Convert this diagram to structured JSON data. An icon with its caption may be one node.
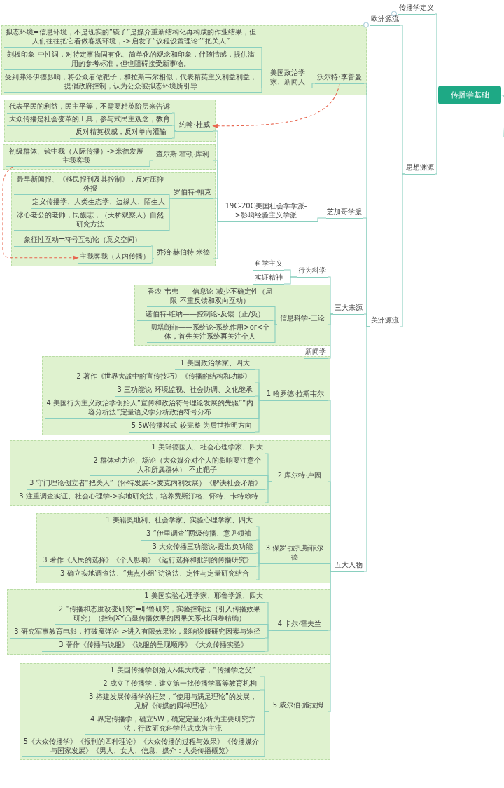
{
  "diagram": {
    "nodes": [
      {
        "text": [
          "传播学基础"
        ]
      },
      {
        "text": [
          "传播学定义"
        ]
      },
      {
        "text": [
          "思想渊源"
        ]
      },
      {
        "text": [
          "欧洲源流"
        ]
      },
      {
        "text": [
          "美洲源流"
        ]
      },
      {
        "text": [],
        "shape": "box"
      },
      {
        "text": [
          "沃尔特·李普曼"
        ],
        "in": 5
      },
      {
        "text": [
          "美国政治学家、新闻人"
        ],
        "in": 5
      },
      {
        "text": [
          "拟态环境=信息环境，不是现实的“镜子”是媒介重新结构化再构成的作业结果，但人们往往把它看做客观环境，->启发了“议程设置理论”“把关人”"
        ],
        "in": 5
      },
      {
        "text": [
          "刻板印象-中性词，对特定事物固有化、简单化的观念和印象，伴随情感，提供滥用的参考标准，但也阻碍接受新事物。"
        ],
        "in": 5
      },
      {
        "text": [
          "受到弗洛伊德影响，将公众看做靶子，和拉斯韦尔相似，代表精英主义利益利益，提倡政府控制，认为公众被拟态环境所引导"
        ],
        "in": 5
      },
      {
        "text": [
          "芝加哥学派"
        ]
      },
      {
        "text": [
          "19C-20C美国社会学学派->影响经验主义学派"
        ]
      },
      {
        "text": [],
        "shape": "box"
      },
      {
        "text": [
          "约翰·杜威"
        ],
        "in": 13
      },
      {
        "text": [
          "代表平民的利益，民主平等，不需要精英阶层来告诉"
        ],
        "in": 13
      },
      {
        "text": [
          "大众传播是社会变革的工具，参与式民主观念，教育"
        ],
        "in": 13
      },
      {
        "text": [
          "反对精英权威，反对单向灌输"
        ],
        "in": 13
      },
      {
        "text": [],
        "shape": "box"
      },
      {
        "text": [
          "查尔斯·霍顿·库利"
        ],
        "in": 18
      },
      {
        "text": [
          "初级群体、镜中我（人际传播）->米德发展主我客我"
        ],
        "in": 18
      },
      {
        "text": [],
        "shape": "box"
      },
      {
        "text": [
          "罗伯特·帕克"
        ],
        "in": 21
      },
      {
        "text": [
          "最早新闻报、《移民报刊及其控制》，反对压抑外报"
        ],
        "in": 21
      },
      {
        "text": [
          "定义传播学、人类生态学、边缘人、陌生人"
        ],
        "in": 21
      },
      {
        "text": [
          "冰心老公的老师，民族志，（天桥观察人）自然研究方法"
        ],
        "in": 21
      },
      {
        "text": [],
        "shape": "box"
      },
      {
        "text": [
          "乔治·赫伯特·米德"
        ],
        "in": 26
      },
      {
        "text": [
          "象征性互动=符号互动论（意义空间）"
        ],
        "in": 26
      },
      {
        "text": [
          "主我客我（人内传播）"
        ],
        "in": 26
      },
      {
        "text": [
          "三大来源"
        ]
      },
      {
        "text": [
          "行为科学"
        ]
      },
      {
        "text": [
          "科学主义"
        ]
      },
      {
        "text": [
          "实证精神"
        ]
      },
      {
        "text": [],
        "shape": "box"
      },
      {
        "text": [
          "信息科学-三论"
        ],
        "in": 34
      },
      {
        "text": [
          "香农-韦弗——信息论-减少不确定性（局限-不重反馈和双向互动）"
        ],
        "in": 34
      },
      {
        "text": [
          "诺伯特-维纳——控制论-反馈（正/负）"
        ],
        "in": 34
      },
      {
        "text": [
          "贝塔朗菲——系统论-系统作用>or<个体，首先关注系统再关注个人"
        ],
        "in": 34
      },
      {
        "text": [
          "新闻学"
        ]
      },
      {
        "text": [
          "五大人物"
        ]
      },
      {
        "text": [],
        "shape": "box"
      },
      {
        "text": [
          "1 哈罗德·拉斯韦尔"
        ],
        "in": 41
      },
      {
        "text": [
          "1 美国政治学家、四大"
        ],
        "in": 41
      },
      {
        "text": [
          "2 著作《世界大战中的宣传技巧》《传播的结构和功能》"
        ],
        "in": 41
      },
      {
        "text": [
          "3 三功能说-环境监视、社会协调、文化继承"
        ],
        "in": 41
      },
      {
        "text": [
          "4 美国行为主义政治学创始人“宣传和政治符号理论发展的先驱”“内容分析法”定量语义学分析政治符号分布"
        ],
        "in": 41
      },
      {
        "text": [
          "5 5W传播模式-较完整 为后世指明方向"
        ],
        "in": 41
      },
      {
        "text": [],
        "shape": "box"
      },
      {
        "text": [
          "2 库尔特·卢因"
        ],
        "in": 48
      },
      {
        "text": [
          "1 美籍德国人、社会心理学家、四大"
        ],
        "in": 48
      },
      {
        "text": [
          "2 群体动力论、场论（大众媒介对个人的影响要注意个人和所属群体）-不止靶子"
        ],
        "in": 48
      },
      {
        "text": [
          "3 守门理论创立者“把关人”（怀特发展->麦克内利发展）《解决社会矛盾》"
        ],
        "in": 48
      },
      {
        "text": [
          "3 注重调查实证、社会心理学->实地研究法，培养费斯汀格、怀特、卡特赖特"
        ],
        "in": 48
      },
      {
        "text": [],
        "shape": "box"
      },
      {
        "text": [
          "3 保罗·拉扎斯菲尔德"
        ],
        "in": 54
      },
      {
        "text": [
          "1 美籍奥地利、社会学家、实验心理学家、四大"
        ],
        "in": 54
      },
      {
        "text": [
          "3 “伊里调查”两级传播、意见领袖"
        ],
        "in": 54
      },
      {
        "text": [
          "3 大众传播三功能说-提出负功能"
        ],
        "in": 54
      },
      {
        "text": [
          "3 著作《人民的选择》《个人影响》《运行选择和批判的传播研究》"
        ],
        "in": 54
      },
      {
        "text": [
          "3 确立实地调查法、“焦点小组”访谈法、定性与定量研究结合"
        ],
        "in": 54
      },
      {
        "text": [],
        "shape": "box"
      },
      {
        "text": [
          "4 卡尔·霍夫兰"
        ],
        "in": 61
      },
      {
        "text": [
          "1 美国实验心理学家、耶鲁学派、四大"
        ],
        "in": 61
      },
      {
        "text": [
          "2 “传播和态度改变研究”=耶鲁研究，实验控制法（引入传播效果研究）（控制XY凸显传播效果的因果关系-比问卷精确）"
        ],
        "in": 61
      },
      {
        "text": [
          "3 研究军事教育电影，打破魔弹论->进入有限效果论，影响说服研究因素与途径"
        ],
        "in": 61
      },
      {
        "text": [
          "3 著作《传播与说服》《说服的呈现顺序》《大众传播实验》"
        ],
        "in": 61
      },
      {
        "text": [],
        "shape": "box"
      },
      {
        "text": [
          "5 威尔伯·施拉姆"
        ],
        "in": 67
      },
      {
        "text": [
          "1 美国传播学创始人&集大成者，“传播学之父”"
        ],
        "in": 67
      },
      {
        "text": [
          "2 成立了传播学，建立第一批传播学高等教育机构"
        ],
        "in": 67
      },
      {
        "text": [
          "3 搭建发展传播学的框架，“使用与满足理论”的发展，见解《传媒的四种理论》"
        ],
        "in": 67
      },
      {
        "text": [
          "4 界定传播学，确立5W，确定定量分析为主要研究方法，行政研究科学范式成为主流"
        ],
        "in": 67
      },
      {
        "text": [
          "5《大众传播学》《报刊的四种理论》《大众传播的过程与效果》《传播媒介与国家发展》《男人、女人、信息、媒介：人类传播概览》"
        ],
        "in": 67
      }
    ],
    "edges": [
      {
        "from": 0,
        "to": 1,
        "arrow": "none"
      },
      {
        "from": 0,
        "to": 2,
        "arrow": "none"
      },
      {
        "from": 0,
        "to": null,
        "arrow": "none"
      },
      {
        "from": 2,
        "to": 3,
        "arrow": "none"
      },
      {
        "from": 2,
        "to": 4,
        "arrow": "none"
      },
      {
        "from": 4,
        "to": 6,
        "arrow": "none"
      },
      {
        "from": 6,
        "to": 7,
        "arrow": "none"
      },
      {
        "from": 7,
        "to": 8,
        "arrow": "none"
      },
      {
        "from": 7,
        "to": 9,
        "arrow": "none"
      },
      {
        "from": 7,
        "to": 10,
        "arrow": "none"
      },
      {
        "from": 4,
        "to": 11,
        "arrow": "none"
      },
      {
        "from": 11,
        "to": 12,
        "arrow": "none"
      },
      {
        "from": 12,
        "to": 14,
        "arrow": "none"
      },
      {
        "from": 14,
        "to": 15,
        "arrow": "none"
      },
      {
        "from": 14,
        "to": 16,
        "arrow": "none"
      },
      {
        "from": 14,
        "to": 17,
        "arrow": "none"
      },
      {
        "from": 12,
        "to": 19,
        "arrow": "none"
      },
      {
        "from": 19,
        "to": 20,
        "arrow": "none"
      },
      {
        "from": 12,
        "to": 22,
        "arrow": "none"
      },
      {
        "from": 22,
        "to": 23,
        "arrow": "none"
      },
      {
        "from": 22,
        "to": 24,
        "arrow": "none"
      },
      {
        "from": 22,
        "to": 25,
        "arrow": "none"
      },
      {
        "from": 12,
        "to": 27,
        "arrow": "none"
      },
      {
        "from": 27,
        "to": 28,
        "arrow": "none"
      },
      {
        "from": 27,
        "to": 29,
        "arrow": "none"
      },
      {
        "from": 6,
        "to": 14,
        "arrow": "to",
        "style": "dashed",
        "color": "#e8664f"
      },
      {
        "from": 20,
        "to": 29,
        "arrow": "to",
        "style": "dashed",
        "color": "#e8664f"
      },
      {
        "from": 4,
        "to": 30,
        "arrow": "none"
      },
      {
        "from": 30,
        "to": 31,
        "arrow": "none"
      },
      {
        "from": 31,
        "to": 32,
        "arrow": "none"
      },
      {
        "from": 31,
        "to": 33,
        "arrow": "none"
      },
      {
        "from": 30,
        "to": 35,
        "arrow": "none"
      },
      {
        "from": 35,
        "to": 36,
        "arrow": "none"
      },
      {
        "from": 35,
        "to": 37,
        "arrow": "none"
      },
      {
        "from": 35,
        "to": 38,
        "arrow": "none"
      },
      {
        "from": 30,
        "to": 39,
        "arrow": "none"
      },
      {
        "from": 4,
        "to": 40,
        "arrow": "none"
      },
      {
        "from": 40,
        "to": 42,
        "arrow": "none"
      },
      {
        "from": 42,
        "to": 43,
        "arrow": "none"
      },
      {
        "from": 42,
        "to": 44,
        "arrow": "none"
      },
      {
        "from": 42,
        "to": 45,
        "arrow": "none"
      },
      {
        "from": 42,
        "to": 46,
        "arrow": "none"
      },
      {
        "from": 42,
        "to": 47,
        "arrow": "none"
      },
      {
        "from": 40,
        "to": 49,
        "arrow": "none"
      },
      {
        "from": 49,
        "to": 50,
        "arrow": "none"
      },
      {
        "from": 49,
        "to": 51,
        "arrow": "none"
      },
      {
        "from": 49,
        "to": 52,
        "arrow": "none"
      },
      {
        "from": 49,
        "to": 53,
        "arrow": "none"
      },
      {
        "from": 40,
        "to": 55,
        "arrow": "none"
      },
      {
        "from": 55,
        "to": 56,
        "arrow": "none"
      },
      {
        "from": 55,
        "to": 57,
        "arrow": "none"
      },
      {
        "from": 55,
        "to": 58,
        "arrow": "none"
      },
      {
        "from": 55,
        "to": 59,
        "arrow": "none"
      },
      {
        "from": 55,
        "to": 60,
        "arrow": "none"
      },
      {
        "from": 40,
        "to": 62,
        "arrow": "none"
      },
      {
        "from": 62,
        "to": 63,
        "arrow": "none"
      },
      {
        "from": 62,
        "to": 64,
        "arrow": "none"
      },
      {
        "from": 62,
        "to": 65,
        "arrow": "none"
      },
      {
        "from": 62,
        "to": 66,
        "arrow": "none"
      },
      {
        "from": 40,
        "to": 68,
        "arrow": "none"
      },
      {
        "from": 68,
        "to": 69,
        "arrow": "none"
      },
      {
        "from": 68,
        "to": 70,
        "arrow": "none"
      },
      {
        "from": 68,
        "to": 71,
        "arrow": "none"
      },
      {
        "from": 68,
        "to": 72,
        "arrow": "none"
      },
      {
        "from": 68,
        "to": 73,
        "arrow": "none"
      }
    ]
  }
}
